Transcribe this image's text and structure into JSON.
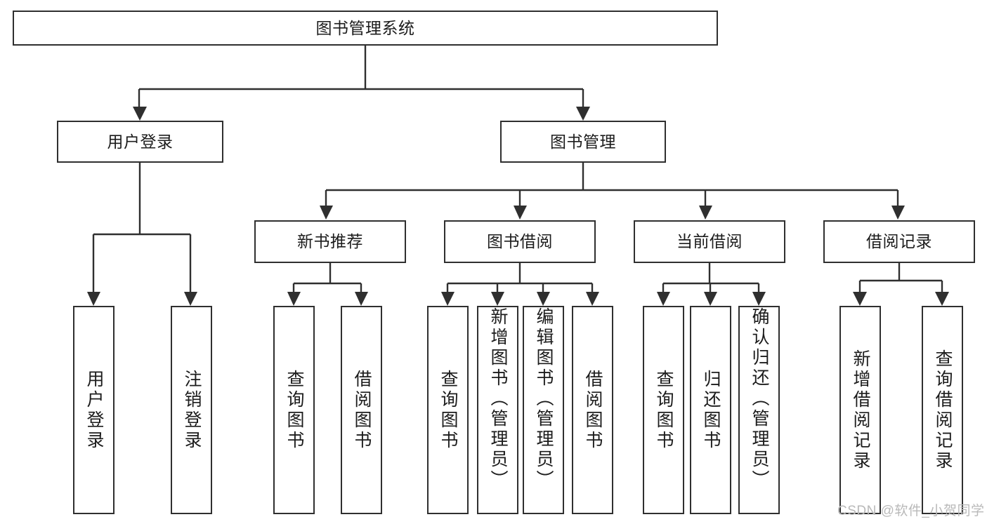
{
  "diagram": {
    "type": "tree-hierarchy",
    "title": "图书管理系统",
    "watermark": "CSDN @软件_小贺同学",
    "colors": {
      "stroke": "#2f2f2f",
      "fill": "#ffffff",
      "text": "#1c1c1c",
      "watermark": "#b9b9b9"
    },
    "nodes": {
      "root": {
        "label": "图书管理系统",
        "level": 0,
        "orientation": "horizontal"
      },
      "l1": [
        {
          "id": "user-login",
          "label": "用户登录",
          "orientation": "horizontal"
        },
        {
          "id": "book-manage",
          "label": "图书管理",
          "orientation": "horizontal"
        }
      ],
      "l2": [
        {
          "id": "new-book-recommend",
          "label": "新书推荐",
          "orientation": "horizontal",
          "parent": "book-manage"
        },
        {
          "id": "book-borrow",
          "label": "图书借阅",
          "orientation": "horizontal",
          "parent": "book-manage"
        },
        {
          "id": "current-borrow",
          "label": "当前借阅",
          "orientation": "horizontal",
          "parent": "book-manage"
        },
        {
          "id": "borrow-record",
          "label": "借阅记录",
          "orientation": "horizontal",
          "parent": "book-manage"
        }
      ],
      "l3": [
        {
          "id": "leaf-user-login",
          "label": "用户登录",
          "orientation": "vertical",
          "parent": "user-login"
        },
        {
          "id": "leaf-logout-login",
          "label": "注销登录",
          "orientation": "vertical",
          "parent": "user-login"
        },
        {
          "id": "leaf-query-book-1",
          "label": "查询图书",
          "orientation": "vertical",
          "parent": "new-book-recommend"
        },
        {
          "id": "leaf-borrow-book-1",
          "label": "借阅图书",
          "orientation": "vertical",
          "parent": "new-book-recommend"
        },
        {
          "id": "leaf-query-book-2",
          "label": "查询图书",
          "orientation": "vertical",
          "parent": "book-borrow"
        },
        {
          "id": "leaf-add-book",
          "label": "新增图书（管理员）",
          "orientation": "vertical",
          "parent": "book-borrow"
        },
        {
          "id": "leaf-edit-book",
          "label": "编辑图书（管理员）",
          "orientation": "vertical",
          "parent": "book-borrow"
        },
        {
          "id": "leaf-borrow-book-2",
          "label": "借阅图书",
          "orientation": "vertical",
          "parent": "book-borrow"
        },
        {
          "id": "leaf-query-book-3",
          "label": "查询图书",
          "orientation": "vertical",
          "parent": "current-borrow"
        },
        {
          "id": "leaf-return-book",
          "label": "归还图书",
          "orientation": "vertical",
          "parent": "current-borrow"
        },
        {
          "id": "leaf-confirm-return",
          "label": "确认归还（管理员）",
          "orientation": "vertical",
          "parent": "current-borrow"
        },
        {
          "id": "leaf-add-record",
          "label": "新增借阅记录",
          "orientation": "vertical",
          "parent": "borrow-record"
        },
        {
          "id": "leaf-query-record",
          "label": "查询借阅记录",
          "orientation": "vertical",
          "parent": "borrow-record"
        }
      ]
    }
  }
}
